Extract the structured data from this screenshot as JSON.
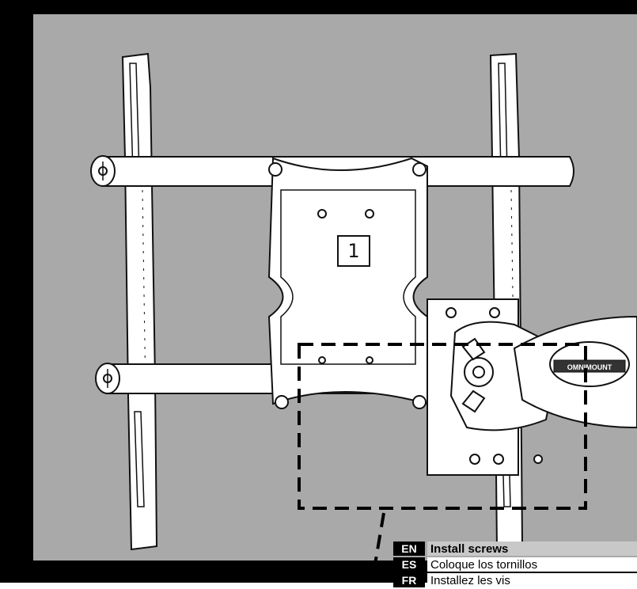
{
  "step_number": "1",
  "colors": {
    "frame": "#000000",
    "background": "#a9a9a9",
    "part_fill": "#ffffff",
    "stroke": "#111111",
    "legend_highlight": "#c8c8c8"
  },
  "legend": [
    {
      "code": "EN",
      "text": "Install screws"
    },
    {
      "code": "ES",
      "text": "Coloque los tornillos"
    },
    {
      "code": "FR",
      "text": "Installez les vis"
    }
  ],
  "arm_brand_label": "OMNIMOUNT"
}
